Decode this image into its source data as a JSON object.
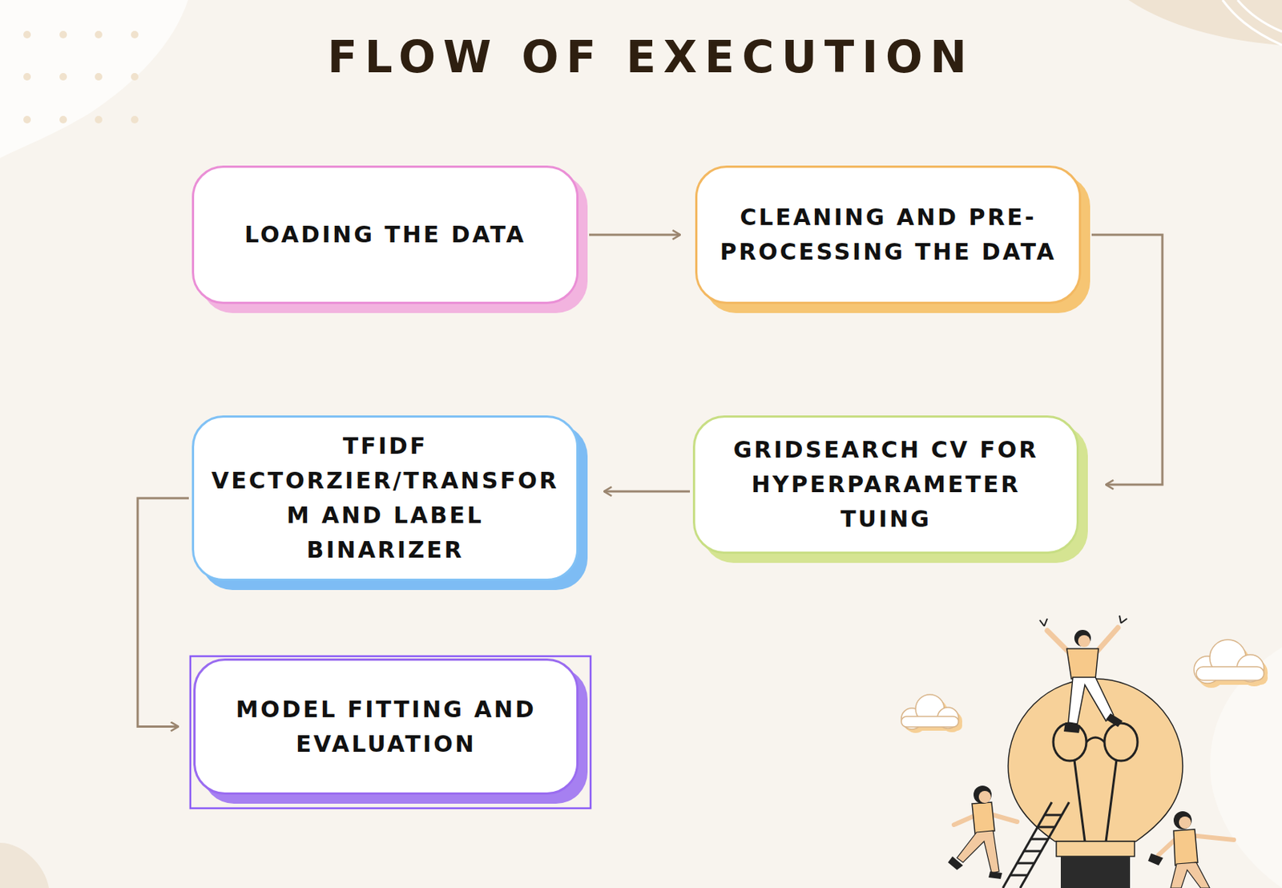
{
  "diagram": {
    "title": "FLOW OF EXECUTION",
    "nodes": [
      {
        "text": [
          "LOADING THE DATA"
        ]
      },
      {
        "text": [
          "CLEANING AND PRE-PROCESSING THE DATA"
        ]
      },
      {
        "text": [
          "GRIDSEARCH CV FOR HYPERPARAMETER TUING"
        ]
      },
      {
        "text": [
          "TFIDF VECTORZIER/TRANSFORM AND LABEL BINARIZER"
        ]
      },
      {
        "text": [
          "MODEL FITTING AND EVALUATION"
        ]
      }
    ],
    "edges": [
      {
        "from": 0,
        "to": 1,
        "arrow": "to"
      },
      {
        "from": 1,
        "to": 2,
        "arrow": "to"
      },
      {
        "from": 2,
        "to": 3,
        "arrow": "to"
      },
      {
        "from": 3,
        "to": 4,
        "arrow": "to"
      }
    ]
  }
}
